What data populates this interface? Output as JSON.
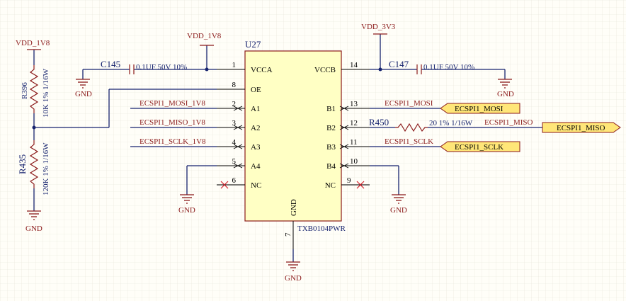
{
  "ic": {
    "designator": "U27",
    "part": "TXB0104PWR",
    "body_label": "GND",
    "left_pins": [
      {
        "num": "1",
        "name": "VCCA"
      },
      {
        "num": "8",
        "name": "OE"
      },
      {
        "num": "2",
        "name": "A1"
      },
      {
        "num": "3",
        "name": "A2"
      },
      {
        "num": "4",
        "name": "A3"
      },
      {
        "num": "5",
        "name": "A4"
      },
      {
        "num": "6",
        "name": "NC"
      }
    ],
    "right_pins": [
      {
        "num": "14",
        "name": "VCCB"
      },
      {
        "num": "13",
        "name": "B1"
      },
      {
        "num": "12",
        "name": "B2"
      },
      {
        "num": "11",
        "name": "B3"
      },
      {
        "num": "10",
        "name": "B4"
      },
      {
        "num": "9",
        "name": "NC"
      }
    ],
    "bottom_pin": {
      "num": "7"
    }
  },
  "power": {
    "vdd_1v8_left": "VDD_1V8",
    "vdd_1v8_top": "VDD_1V8",
    "vdd_3v3": "VDD_3V3",
    "gnd": "GND"
  },
  "components": {
    "c145": {
      "ref": "C145",
      "value": "0.1UF 50V 10%"
    },
    "c147": {
      "ref": "C147",
      "value": "0.1UF 50V 10%"
    },
    "r396": {
      "ref": "R396",
      "value": "10K 1% 1/16W"
    },
    "r435": {
      "ref": "R435",
      "value": "120K 1% 1/16W"
    },
    "r450": {
      "ref": "R450",
      "value": "20 1% 1/16W"
    }
  },
  "nets": {
    "a1": "ECSPI1_MOSI_1V8",
    "a2": "ECSPI1_MISO_1V8",
    "a3": "ECSPI1_SCLK_1V8",
    "b1": "ECSPI1_MOSI",
    "b2": "ECSPI1_MISO",
    "b3": "ECSPI1_SCLK"
  },
  "ports": {
    "mosi": "ECSPI1_MOSI",
    "miso": "ECSPI1_MISO",
    "sclk": "ECSPI1_SCLK"
  },
  "colors": {
    "background": "#fffef8",
    "wire": "#16236e",
    "power": "#8b1a1a",
    "ic_fill": "#ffffc4",
    "port_fill": "#ffe678",
    "no_connect": "#d4202a",
    "grid": "#e6e3d9"
  }
}
